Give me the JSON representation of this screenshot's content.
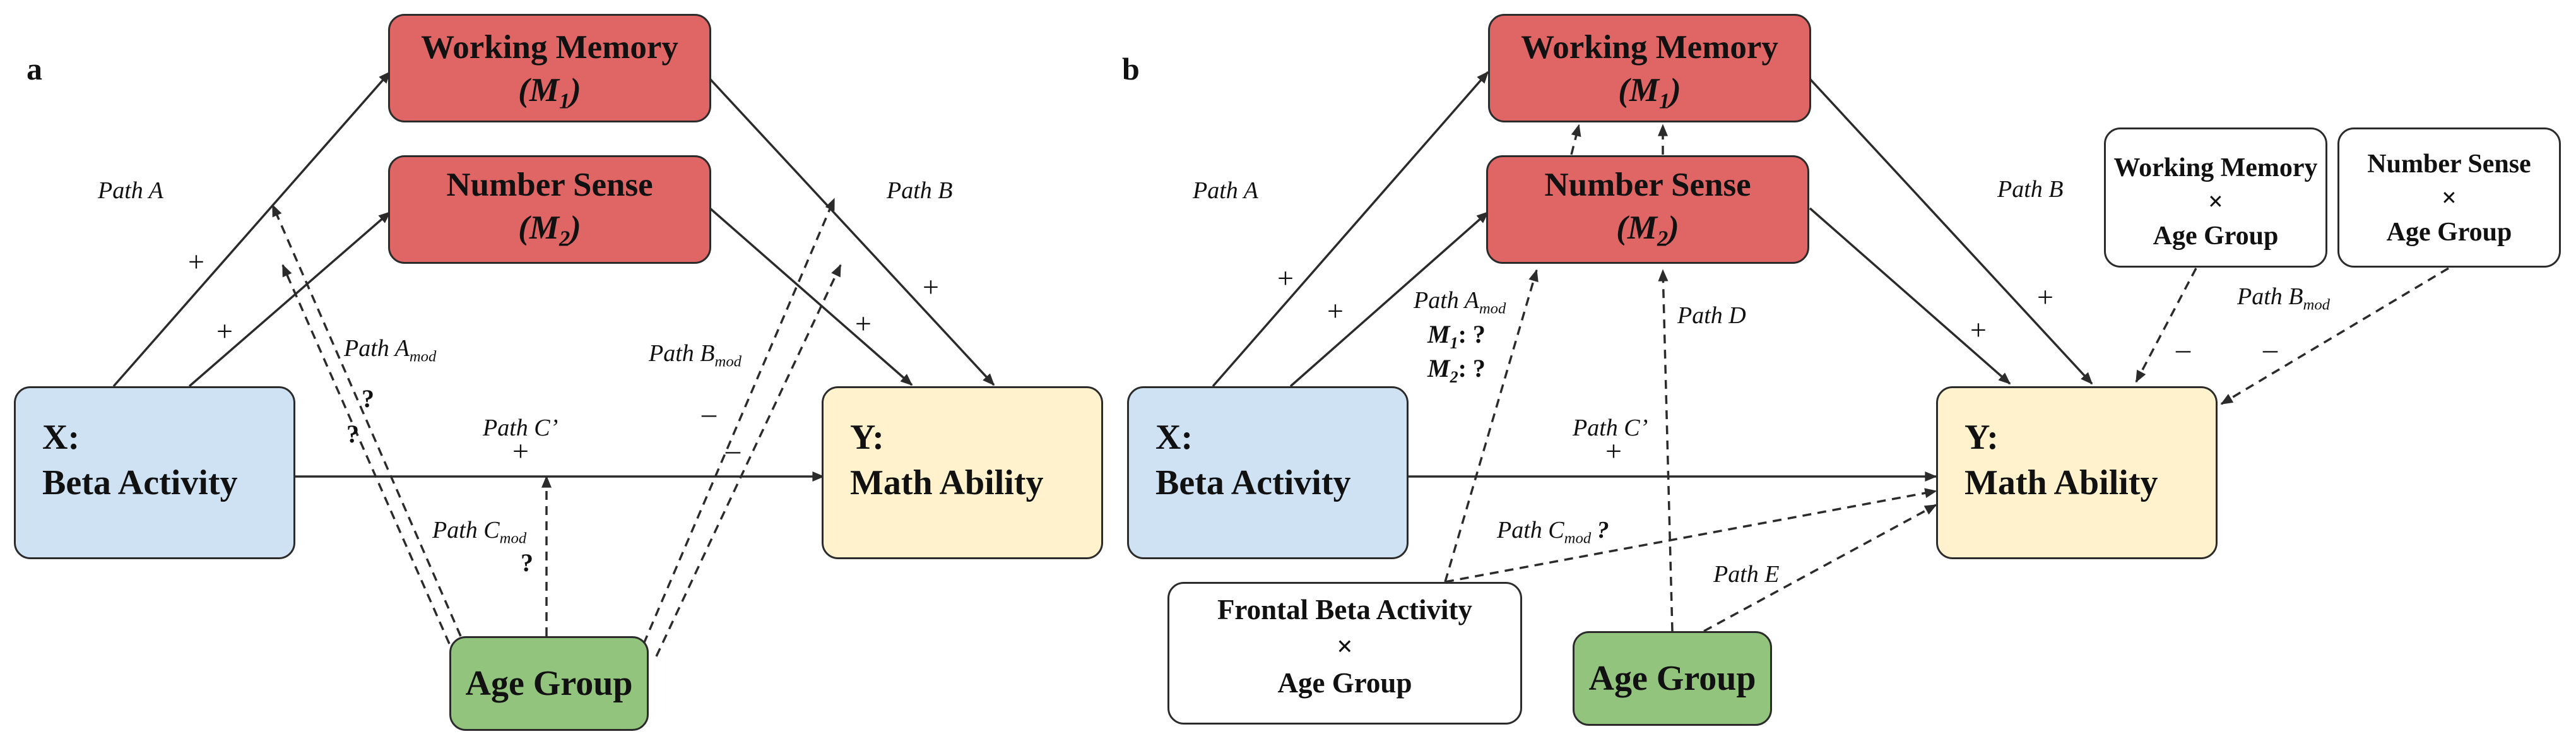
{
  "panels": {
    "a": "a",
    "b": "b"
  },
  "nodes": {
    "wm_title": "Working Memory",
    "wm_var": "M1",
    "ns_title": "Number Sense",
    "ns_var": "M2",
    "x_var": "X:",
    "x_title": "Beta Activity",
    "y_var": "Y:",
    "y_title": "Math Ability",
    "age_group": "Age Group",
    "frontal_line1": "Frontal Beta Activity",
    "times": "×",
    "interaction_group": "Age Group",
    "wm_age_line1": "Working Memory",
    "ns_age_line1": "Number Sense"
  },
  "paths": {
    "path": "Path",
    "a": "A",
    "b": "B",
    "c_prime": "C’",
    "d": "D",
    "e": "E",
    "c_main": "C",
    "mod": "mod"
  },
  "signs": {
    "plus": "+",
    "minus": "–",
    "question": "?"
  },
  "mod_labels": {
    "m1": "M1",
    "m2": "M2",
    "sep": ": ?"
  }
}
